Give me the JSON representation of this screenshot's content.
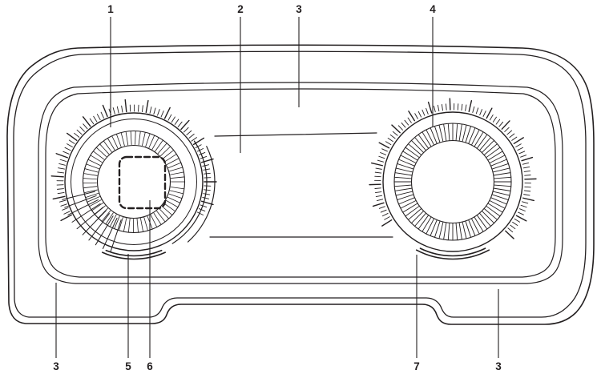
{
  "figure": {
    "type": "line-diagram",
    "subject": "vehicle digital instrument cluster with numbered callouts",
    "background": "#ffffff",
    "line_color": "#231f20",
    "callouts": [
      {
        "label": "1",
        "position": "top",
        "target": "left-gauge-dial"
      },
      {
        "label": "2",
        "position": "top",
        "target": "center-display-area"
      },
      {
        "label": "3",
        "position": "top",
        "target": "display-screen"
      },
      {
        "label": "4",
        "position": "top",
        "target": "right-gauge-dial"
      },
      {
        "label": "3",
        "position": "bottom-left",
        "target": "housing-lower-left"
      },
      {
        "label": "5",
        "position": "bottom",
        "target": "left-gauge-bottom-trim"
      },
      {
        "label": "6",
        "position": "bottom",
        "target": "dashed-display-window"
      },
      {
        "label": "7",
        "position": "bottom",
        "target": "right-gauge-bottom-trim"
      },
      {
        "label": "3",
        "position": "bottom-right",
        "target": "housing-lower-right"
      }
    ]
  }
}
